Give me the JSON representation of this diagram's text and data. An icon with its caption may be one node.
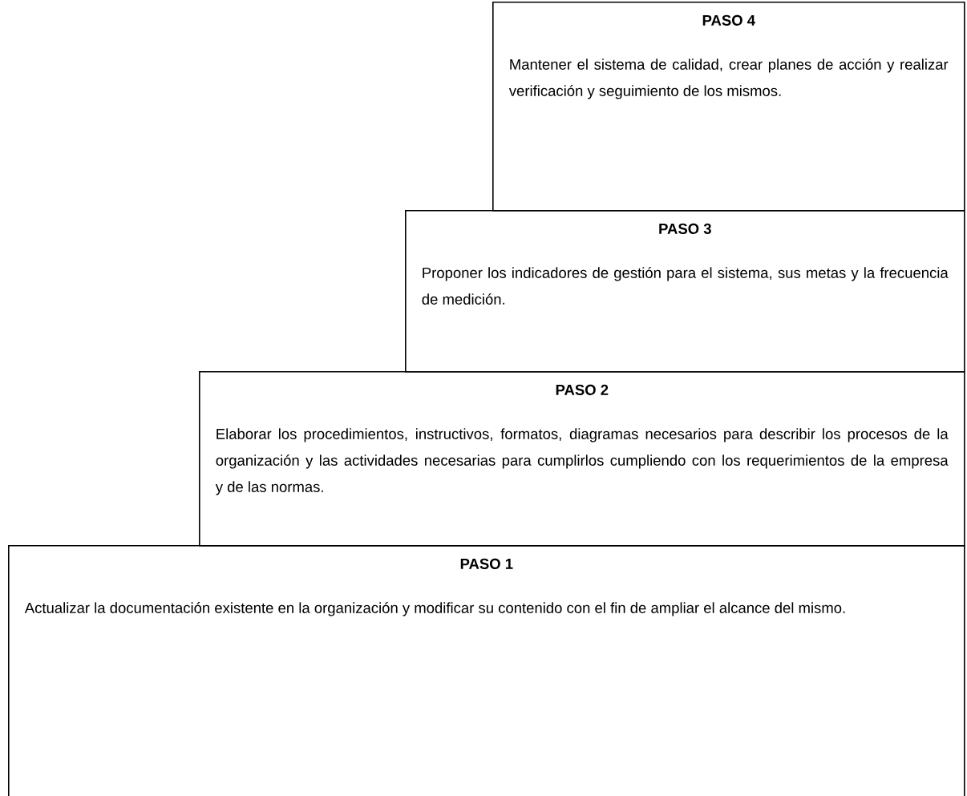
{
  "diagram": {
    "nodes": [
      {
        "text": [
          "PASO 4",
          "Mantener el sistema de calidad, crear planes de acción y realizar verificación y seguimiento de los mismos."
        ]
      },
      {
        "text": [
          "PASO 3",
          "Proponer los indicadores de gestión para el sistema, sus metas y la frecuencia de medición."
        ]
      },
      {
        "text": [
          "PASO 2",
          "Elaborar los procedimientos, instructivos, formatos, diagramas necesarios para describir los procesos de la organización y las actividades necesarias para cumplirlos cumpliendo con los requerimientos de la empresa y de las normas."
        ]
      },
      {
        "text": [
          "PASO 1",
          "Actualizar la documentación existente en la organización y modificar su contenido con el fin de ampliar el alcance del mismo."
        ]
      }
    ]
  }
}
